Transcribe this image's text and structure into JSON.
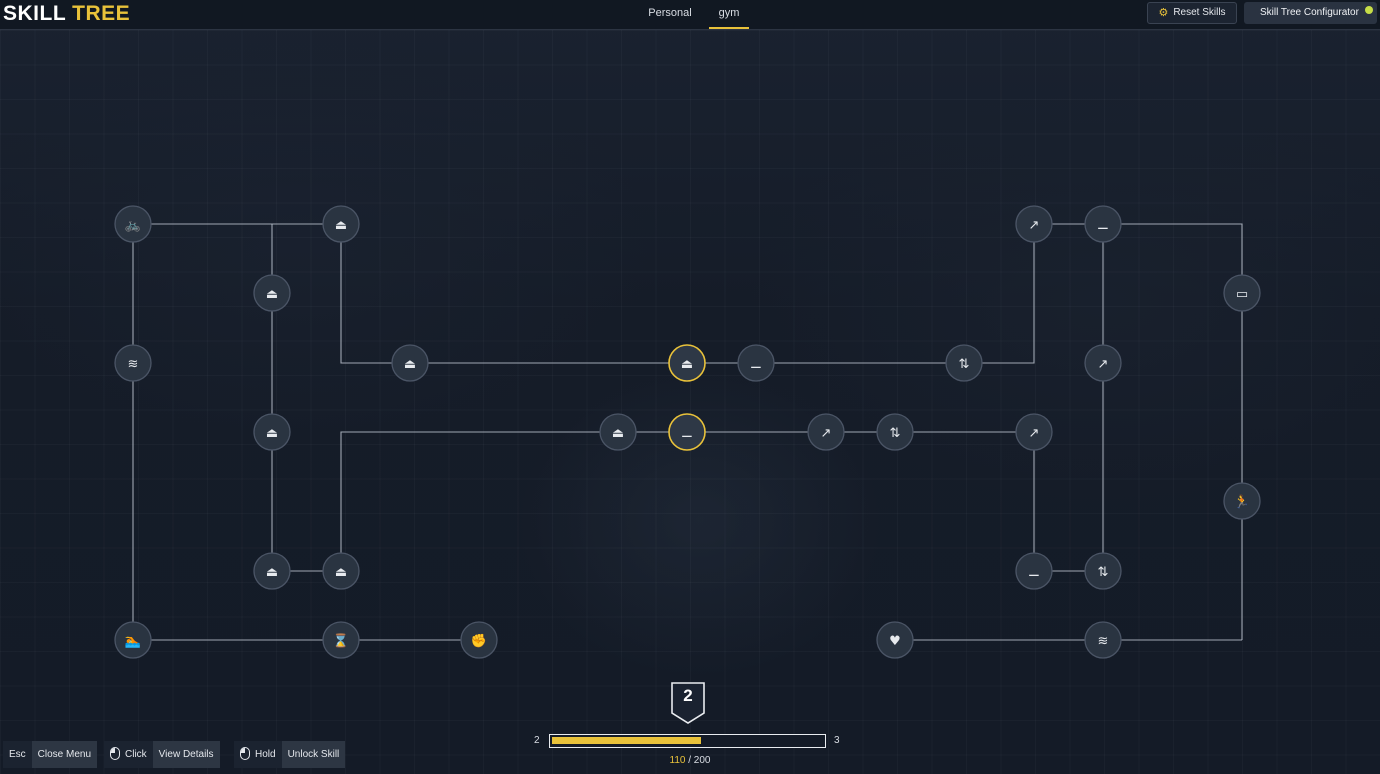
{
  "header": {
    "logo_part1": "SKILL",
    "logo_part2": "TREE",
    "tabs": [
      {
        "label": "Personal",
        "active": false
      },
      {
        "label": "gym",
        "active": true
      }
    ],
    "reset_label": "Reset Skills",
    "reset_icon": "gear-icon",
    "configurator_label": "Skill Tree Configurator"
  },
  "progress": {
    "level_badge": "2",
    "current_level": "2",
    "next_level": "3",
    "xp_current": "110",
    "xp_separator": "/",
    "xp_max": "200",
    "fill_fraction": 0.55
  },
  "hints": {
    "esc_key": "Esc",
    "esc_action": "Close Menu",
    "click_key": "Click",
    "click_action": "View Details",
    "hold_key": "Hold",
    "hold_action": "Unlock Skill"
  },
  "colors": {
    "accent": "#e9c23a",
    "background": "#141b27",
    "node_fill": "#2a3441",
    "line": "#b9c0cb"
  },
  "nodes": [
    {
      "id": "n-bike",
      "icon": "bicycle-icon",
      "glyph": "🚲",
      "unlocked": false
    },
    {
      "id": "n-kb-top",
      "icon": "kettlebell-icon",
      "glyph": "⏏",
      "unlocked": false
    },
    {
      "id": "n-kb-2",
      "icon": "kettlebell-icon",
      "glyph": "⏏",
      "unlocked": false
    },
    {
      "id": "n-wave-left",
      "icon": "waves-icon",
      "glyph": "≋",
      "unlocked": false
    },
    {
      "id": "n-kb-mid",
      "icon": "kettlebell-icon",
      "glyph": "⏏",
      "unlocked": false
    },
    {
      "id": "n-kb-center",
      "icon": "kettlebell-icon",
      "glyph": "⏏",
      "unlocked": true
    },
    {
      "id": "n-db-1",
      "icon": "dumbbell-icon",
      "glyph": "⚊",
      "unlocked": false
    },
    {
      "id": "n-arrows-1",
      "icon": "up-down-arrows-icon",
      "glyph": "⇅",
      "unlocked": false
    },
    {
      "id": "n-chart-top",
      "icon": "trend-chart-icon",
      "glyph": "↗",
      "unlocked": false
    },
    {
      "id": "n-db-top",
      "icon": "dumbbell-icon",
      "glyph": "⚊",
      "unlocked": false
    },
    {
      "id": "n-battery",
      "icon": "battery-icon",
      "glyph": "▭",
      "unlocked": false
    },
    {
      "id": "n-chart-right",
      "icon": "trend-chart-icon",
      "glyph": "↗",
      "unlocked": false
    },
    {
      "id": "n-kb-left3",
      "icon": "kettlebell-icon",
      "glyph": "⏏",
      "unlocked": false
    },
    {
      "id": "n-kb-row2",
      "icon": "kettlebell-icon",
      "glyph": "⏏",
      "unlocked": false
    },
    {
      "id": "n-db-center",
      "icon": "dumbbell-icon",
      "glyph": "⚊",
      "unlocked": true
    },
    {
      "id": "n-chart-mid",
      "icon": "trend-chart-icon",
      "glyph": "↗",
      "unlocked": false
    },
    {
      "id": "n-arrows-2",
      "icon": "up-down-arrows-icon",
      "glyph": "⇅",
      "unlocked": false
    },
    {
      "id": "n-chart-mid2",
      "icon": "trend-chart-icon",
      "glyph": "↗",
      "unlocked": false
    },
    {
      "id": "n-runner",
      "icon": "runner-icon",
      "glyph": "🏃",
      "unlocked": false
    },
    {
      "id": "n-kb-bl1",
      "icon": "kettlebell-icon",
      "glyph": "⏏",
      "unlocked": false
    },
    {
      "id": "n-kb-bl2",
      "icon": "kettlebell-icon",
      "glyph": "⏏",
      "unlocked": false
    },
    {
      "id": "n-db-br",
      "icon": "dumbbell-icon",
      "glyph": "⚊",
      "unlocked": false
    },
    {
      "id": "n-arrows-br",
      "icon": "up-down-arrows-icon",
      "glyph": "⇅",
      "unlocked": false
    },
    {
      "id": "n-swim",
      "icon": "swimmer-icon",
      "glyph": "🏊",
      "unlocked": false
    },
    {
      "id": "n-hourglass",
      "icon": "hourglass-icon",
      "glyph": "⌛",
      "unlocked": false
    },
    {
      "id": "n-fist",
      "icon": "fist-icon",
      "glyph": "✊",
      "unlocked": false
    },
    {
      "id": "n-heart",
      "icon": "heart-plus-icon",
      "glyph": "♥",
      "unlocked": false
    },
    {
      "id": "n-wave-br",
      "icon": "waves-icon",
      "glyph": "≋",
      "unlocked": false
    }
  ]
}
